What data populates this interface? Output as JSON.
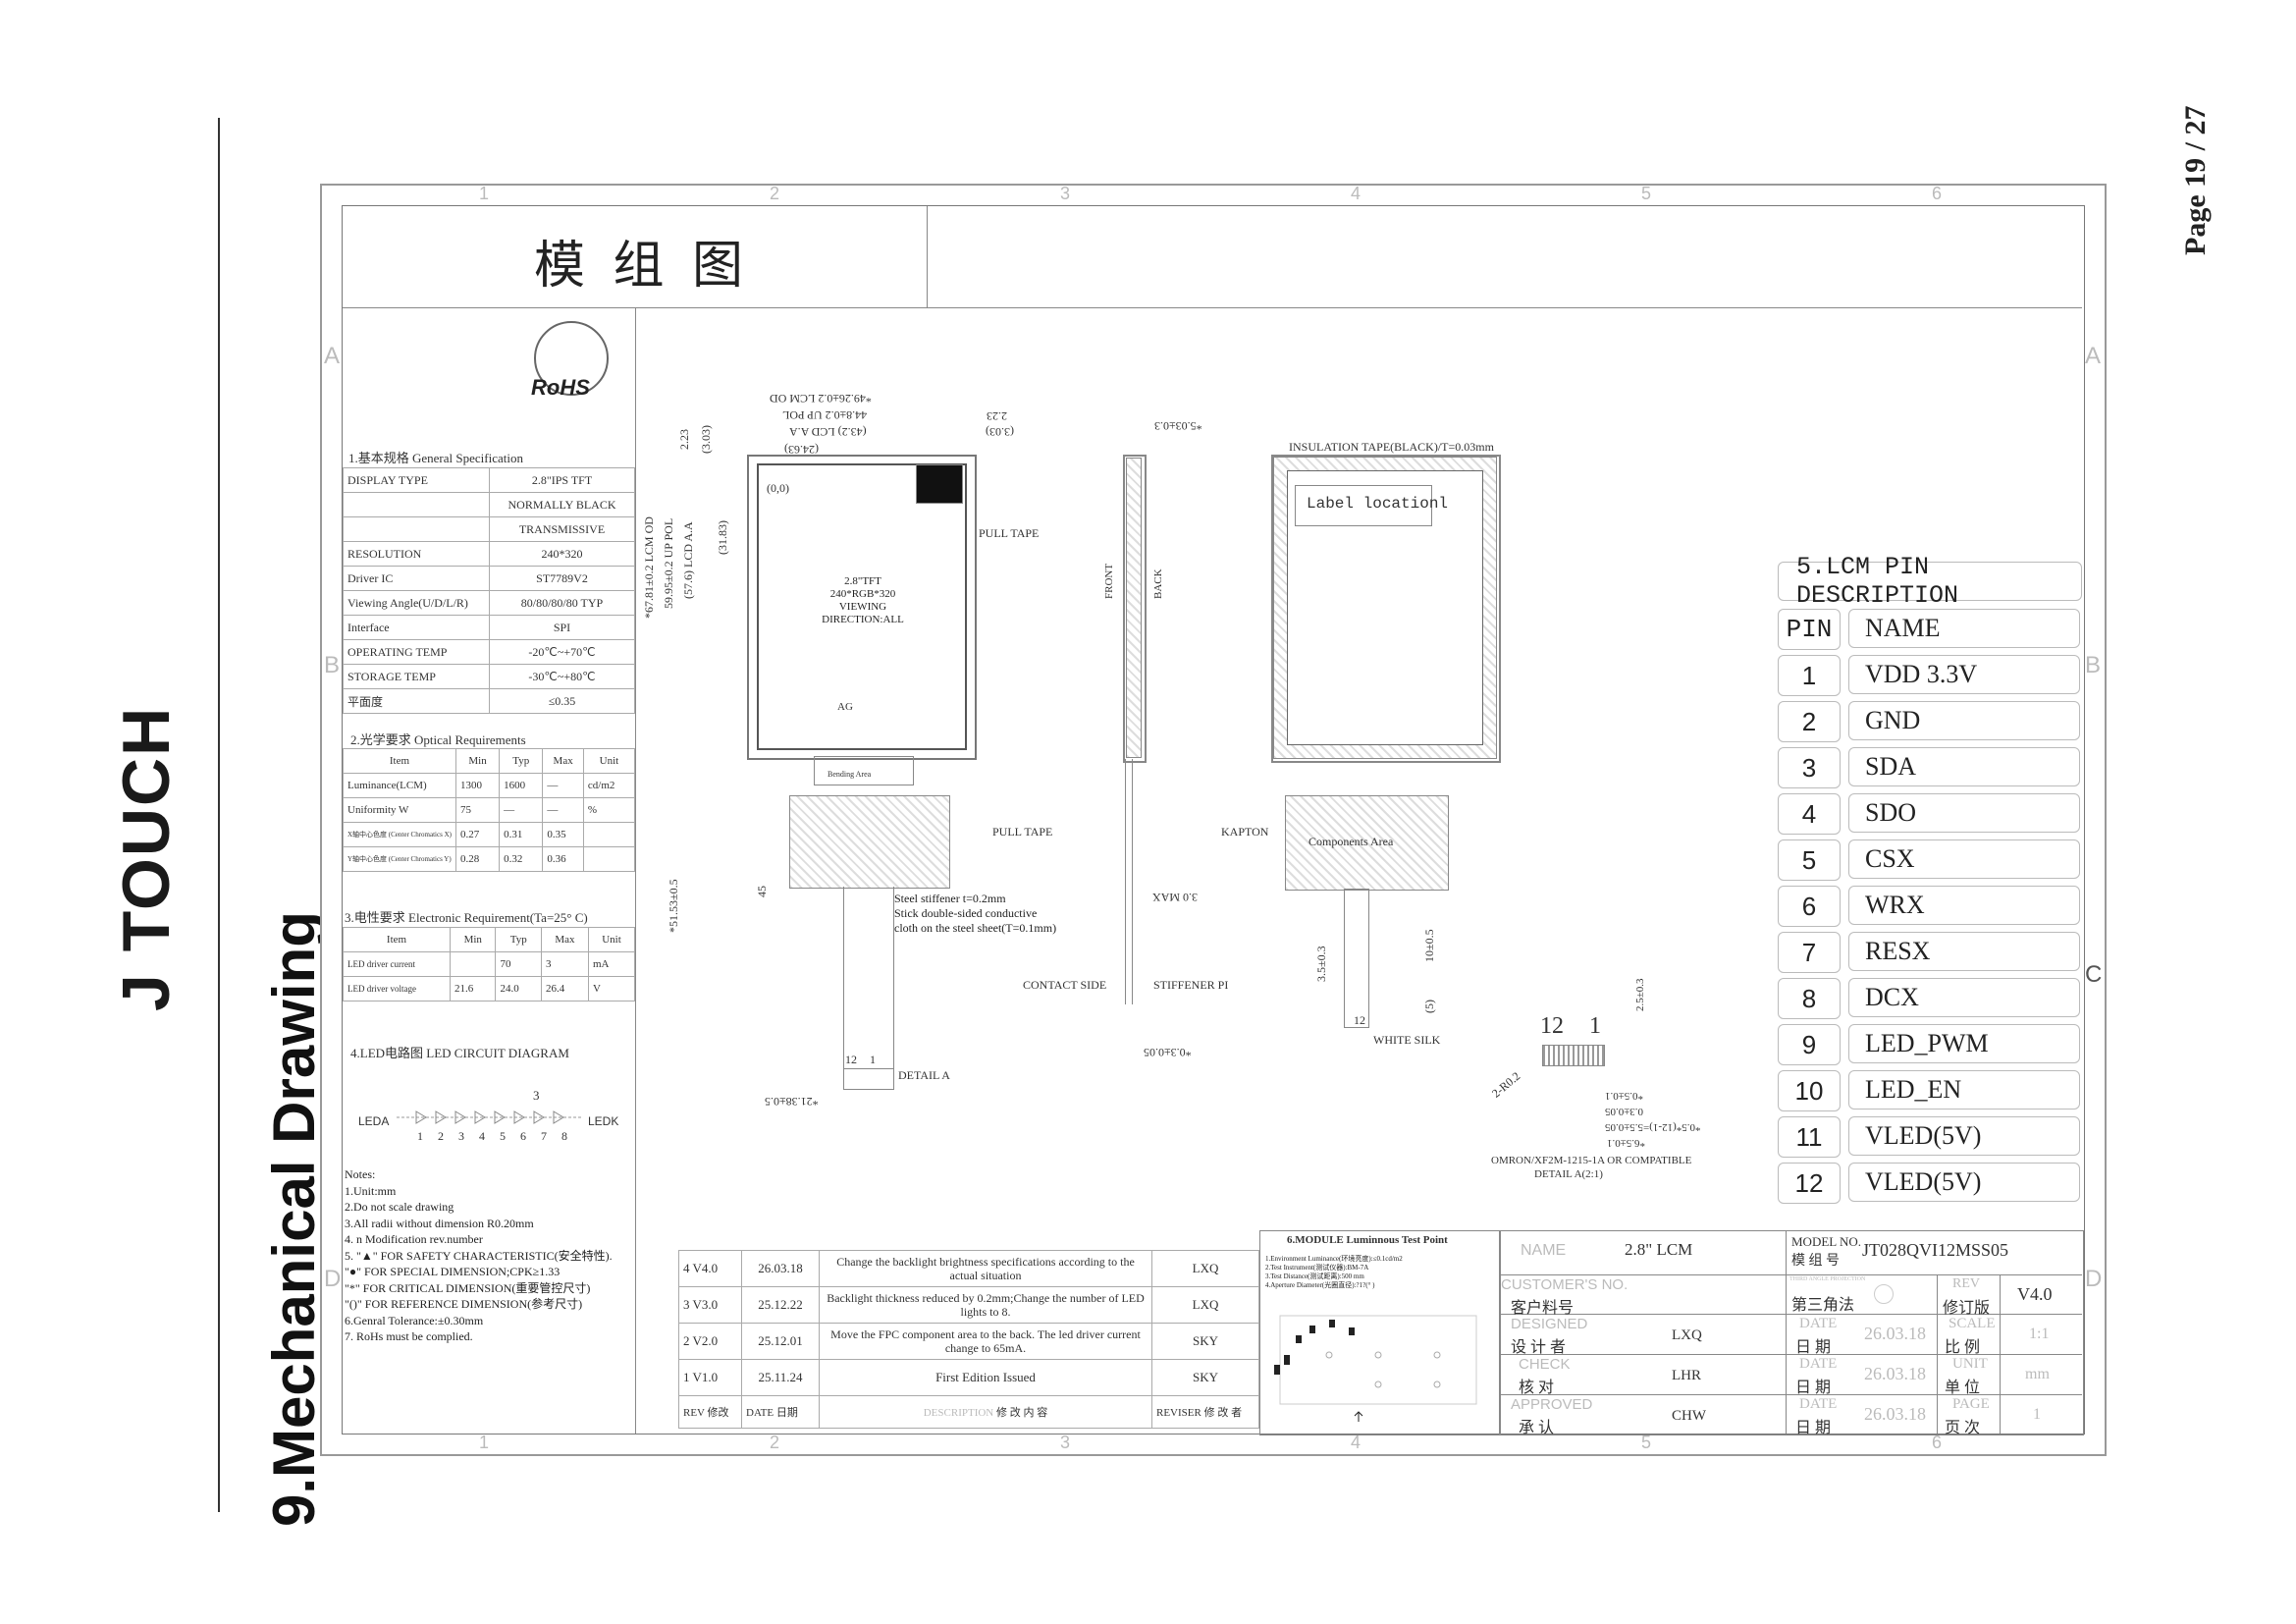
{
  "page": {
    "page_label": "Page 19 / 27",
    "section_title": "9.Mechanical Drawing",
    "brand": "J TOUCH"
  },
  "drawing": {
    "title": "模 组 图",
    "rohs": "RoHS",
    "grid_numbers": [
      "1",
      "2",
      "3",
      "4",
      "5",
      "6"
    ],
    "grid_letters": [
      "A",
      "B",
      "C",
      "D"
    ]
  },
  "general_spec": {
    "heading": "1.基本规格 General Specification",
    "rows": [
      {
        "label": "DISPLAY TYPE",
        "value": "2.8\"IPS TFT"
      },
      {
        "label": "",
        "value": "NORMALLY BLACK"
      },
      {
        "label": "",
        "value": "TRANSMISSIVE"
      },
      {
        "label": "RESOLUTION",
        "value": "240*320"
      },
      {
        "label": "Driver IC",
        "value": "ST7789V2"
      },
      {
        "label": "Viewing Angle(U/D/L/R)",
        "value": "80/80/80/80 TYP"
      },
      {
        "label": "Interface",
        "value": "SPI"
      },
      {
        "label": "OPERATING TEMP",
        "value": "-20℃~+70℃"
      },
      {
        "label": "STORAGE TEMP",
        "value": "-30℃~+80℃"
      },
      {
        "label": "平面度",
        "value": "≤0.35"
      }
    ]
  },
  "optical": {
    "heading": "2.光学要求 Optical Requirements",
    "headers": [
      "Item",
      "Min",
      "Typ",
      "Max",
      "Unit"
    ],
    "rows": [
      [
        "Luminance(LCM)",
        "1300",
        "1600",
        "—",
        "cd/m2"
      ],
      [
        "Uniformity W",
        "75",
        "—",
        "—",
        "%"
      ],
      [
        "X轴中心色度 (Center Chromatics X)",
        "0.27",
        "0.31",
        "0.35",
        ""
      ],
      [
        "Y轴中心色度 (Center Chromatics Y)",
        "0.28",
        "0.32",
        "0.36",
        ""
      ]
    ]
  },
  "electronic": {
    "heading": "3.电性要求 Electronic Requirement(Ta=25° C)",
    "headers": [
      "Item",
      "Min",
      "Typ",
      "Max",
      "Unit"
    ],
    "rows": [
      [
        "LED driver current",
        "",
        "70",
        "3",
        "mA"
      ],
      [
        "LED driver voltage",
        "21.6",
        "24.0",
        "26.4",
        "V"
      ]
    ]
  },
  "led_circuit": {
    "heading": "4.LED电路图 LED CIRCUIT DIAGRAM",
    "left": "LEDA",
    "right": "LEDK",
    "numbers": "1 2 3 4 5 6 7 8",
    "rev_mark": "3"
  },
  "notes": [
    "Notes:",
    "1.Unit:mm",
    "2.Do not scale drawing",
    "3.All radii without dimension R0.20mm",
    "4. n  Modification rev.number",
    "5. \"▲\" FOR SAFETY CHARACTERISTIC(安全特性).",
    "   \"●\" FOR SPECIAL DIMENSION;CPK≥1.33",
    "   \"*\" FOR CRITICAL DIMENSION(重要管控尺寸)",
    "   \"()\" FOR REFERENCE DIMENSION(参考尺寸)",
    "6.Genral Tolerance:±0.30mm",
    "7. RoHs must be complied."
  ],
  "front_view": {
    "dim_lcm_od": "*49.26±0.2 LCM OD",
    "dim_up_pol": "44.8±0.2 UP POL",
    "dim_aa": "(43.2) LCD A.A",
    "dim_ref1": "(24.63)",
    "dim_ref2": "(3.03)",
    "dim_223": "2.23",
    "dim_303v": "(3.03)",
    "dim_3183": "(31.83)",
    "dim_h_od": "*67.81±0.2 LCM OD",
    "dim_h_pol": "59.95±0.2 UP POL",
    "dim_h_aa": "(57.6) LCD A.A",
    "origin": "(0,0)",
    "center_text": [
      "2.8\"TFT",
      "240*RGB*320",
      "VIEWING DIRECTION:ALL"
    ],
    "pull_tape": "PULL TAPE",
    "ag": "AG",
    "bending": "Bending Area",
    "pull_tape2": "PULL TAPE",
    "stiffener": [
      "Steel stiffener t=0.2mm",
      "Stick double-sided conductive",
      "cloth on the steel sheet(T=0.1mm)"
    ],
    "dim_4151": "*51.53±0.5",
    "dim_45": "45",
    "dim_2138": "*21.38±0.5",
    "pin12": "12",
    "pin1": "1",
    "detail_a": "DETAIL A"
  },
  "side_view": {
    "dim_503": "*5.03±0.3",
    "front": "FRONT",
    "back": "BACK",
    "dim_30max": "3.0 MAX",
    "contact_side": "CONTACT SIDE",
    "stiffener_pi": "STIFFENER PI",
    "dim_005": "*0.3±0.05"
  },
  "back_view": {
    "insulation": "INSULATION TAPE(BLACK)/T=0.03mm",
    "label": "Label locationl",
    "kapton": "KAPTON",
    "components": "Components Area",
    "dim_35": "3.5±0.3",
    "dim_10": "10±0.5",
    "dim_5": "(5)",
    "white_silk": "WHITE SILK"
  },
  "detail": {
    "pin12": "12",
    "pin1": "1",
    "r02": "2-R0.2",
    "d25": "2.5±0.3",
    "d1": "*0.5±0.1",
    "d2": "0.3±0.05",
    "d3": "*0.5*(12-1)=5.5±0.05",
    "d4": "*6.5±0.1",
    "conn": "OMRON/XF2M-1215-1A OR COMPATIBLE",
    "name": "DETAIL A(2:1)"
  },
  "pin_desc": {
    "title": "5.LCM PIN DESCRIPTION",
    "pin_header": "PIN",
    "name_header": "NAME",
    "pins": [
      {
        "pin": "1",
        "name": "VDD 3.3V"
      },
      {
        "pin": "2",
        "name": "GND"
      },
      {
        "pin": "3",
        "name": "SDA"
      },
      {
        "pin": "4",
        "name": "SDO"
      },
      {
        "pin": "5",
        "name": "CSX"
      },
      {
        "pin": "6",
        "name": "WRX"
      },
      {
        "pin": "7",
        "name": "RESX"
      },
      {
        "pin": "8",
        "name": "DCX"
      },
      {
        "pin": "9",
        "name": "LED_PWM"
      },
      {
        "pin": "10",
        "name": "LED_EN"
      },
      {
        "pin": "11",
        "name": "VLED(5V)"
      },
      {
        "pin": "12",
        "name": "VLED(5V)"
      }
    ]
  },
  "revisions": {
    "rows": [
      {
        "rev": "4",
        "ver": "V4.0",
        "date": "26.03.18",
        "desc": "Change the backlight brightness specifications according to the actual situation",
        "by": "LXQ"
      },
      {
        "rev": "3",
        "ver": "V3.0",
        "date": "25.12.22",
        "desc": "Backlight thickness reduced by 0.2mm;Change the number of LED lights to 8.",
        "by": "LXQ"
      },
      {
        "rev": "2",
        "ver": "V2.0",
        "date": "25.12.01",
        "desc": "Move the FPC component area to the back. The led driver current change to 65mA.",
        "by": "SKY"
      },
      {
        "rev": "1",
        "ver": "V1.0",
        "date": "25.11.24",
        "desc": "First Edition Issued",
        "by": "SKY"
      }
    ],
    "footer": {
      "rev": "REV 修改",
      "date": "DATE 日期",
      "desc_en": "DESCRIPTION",
      "desc_cn": "修 改 内 容",
      "reviser": "REVISER 修 改 者"
    }
  },
  "test_point": {
    "title": "6.MODULE Luminnous Test Point",
    "lines": [
      "1.Environment Luminance(环境亮度):≤0.1cd/m2",
      "2.Test Instrument(测试仪器):BM-7A",
      "3.Test Distance(测试距离):500 mm",
      "4.Aperture Diameter(光圈直径):?1?(° )"
    ]
  },
  "title_block": {
    "name_label": "NAME",
    "name_value": "2.8\" LCM",
    "model_label": "MODEL NO.",
    "model_cn": "模 组 号",
    "model_value": "JT028QVI12MSS05",
    "cust_label": "CUSTOMER'S NO.",
    "cust_cn": "客户料号",
    "third_angle": "THIRD ANGLE PROJECTION",
    "third_cn": "第三角法",
    "rev_label": "REV",
    "rev_cn": "修订版",
    "rev_value": "V4.0",
    "designed_label": "DESIGNED",
    "designed_cn": "设 计 者",
    "designed_value": "LXQ",
    "date_label": "DATE",
    "date_cn": "日 期",
    "date_value": "26.03.18",
    "scale_label": "SCALE",
    "scale_cn": "比 例",
    "scale_value": "1:1",
    "check_label": "CHECK",
    "check_cn": "核 对",
    "check_value": "LHR",
    "unit_label": "UNIT",
    "unit_cn": "单 位",
    "unit_value": "mm",
    "approved_label": "APPROVED",
    "approved_cn": "承 认",
    "approved_value": "CHW",
    "page_label": "PAGE",
    "page_cn": "页 次",
    "page_value": "1"
  }
}
